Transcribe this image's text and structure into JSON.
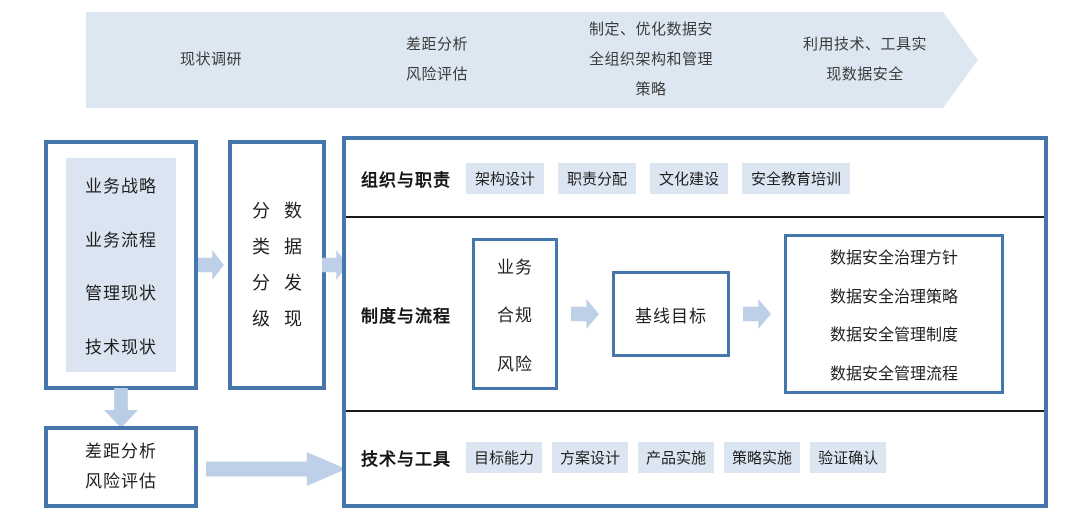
{
  "phases": [
    {
      "id": "phase-1",
      "text": "现状调研"
    },
    {
      "id": "phase-2",
      "text": "差距分析\n风险评估"
    },
    {
      "id": "phase-3",
      "text": "制定、优化数据安\n全组织架构和管理\n策略"
    },
    {
      "id": "phase-4",
      "text": "利用技术、工具实\n现数据安全"
    }
  ],
  "left_column": {
    "current_state": {
      "lines": [
        "业务战略",
        "业务流程",
        "管理现状",
        "技术现状"
      ]
    },
    "gap": {
      "lines": [
        "差距分析",
        "风险评估"
      ]
    }
  },
  "classify": {
    "column_left": [
      "分",
      "类",
      "分",
      "级"
    ],
    "column_right": [
      "数",
      "据",
      "发",
      "现"
    ]
  },
  "main_panel": {
    "rows": [
      {
        "label": "组织与职责",
        "tags": [
          "架构设计",
          "职责分配",
          "文化建设",
          "安全教育培训"
        ]
      },
      {
        "label": "制度与流程",
        "inputs": [
          "业务",
          "合规",
          "风险"
        ],
        "baseline": "基线目标",
        "outputs": [
          "数据安全治理方针",
          "数据安全治理策略",
          "数据安全管理制度",
          "数据安全管理流程"
        ]
      },
      {
        "label": "技术与工具",
        "tags": [
          "目标能力",
          "方案设计",
          "产品实施",
          "策略实施",
          "验证确认"
        ]
      }
    ]
  },
  "colors": {
    "chevron_fill": "#dde7f2",
    "border_blue": "#4577ad",
    "tag_fill": "#dce6f2",
    "arrow_fill": "#bdd0e7",
    "panel_fill": "#dbe5f1"
  }
}
